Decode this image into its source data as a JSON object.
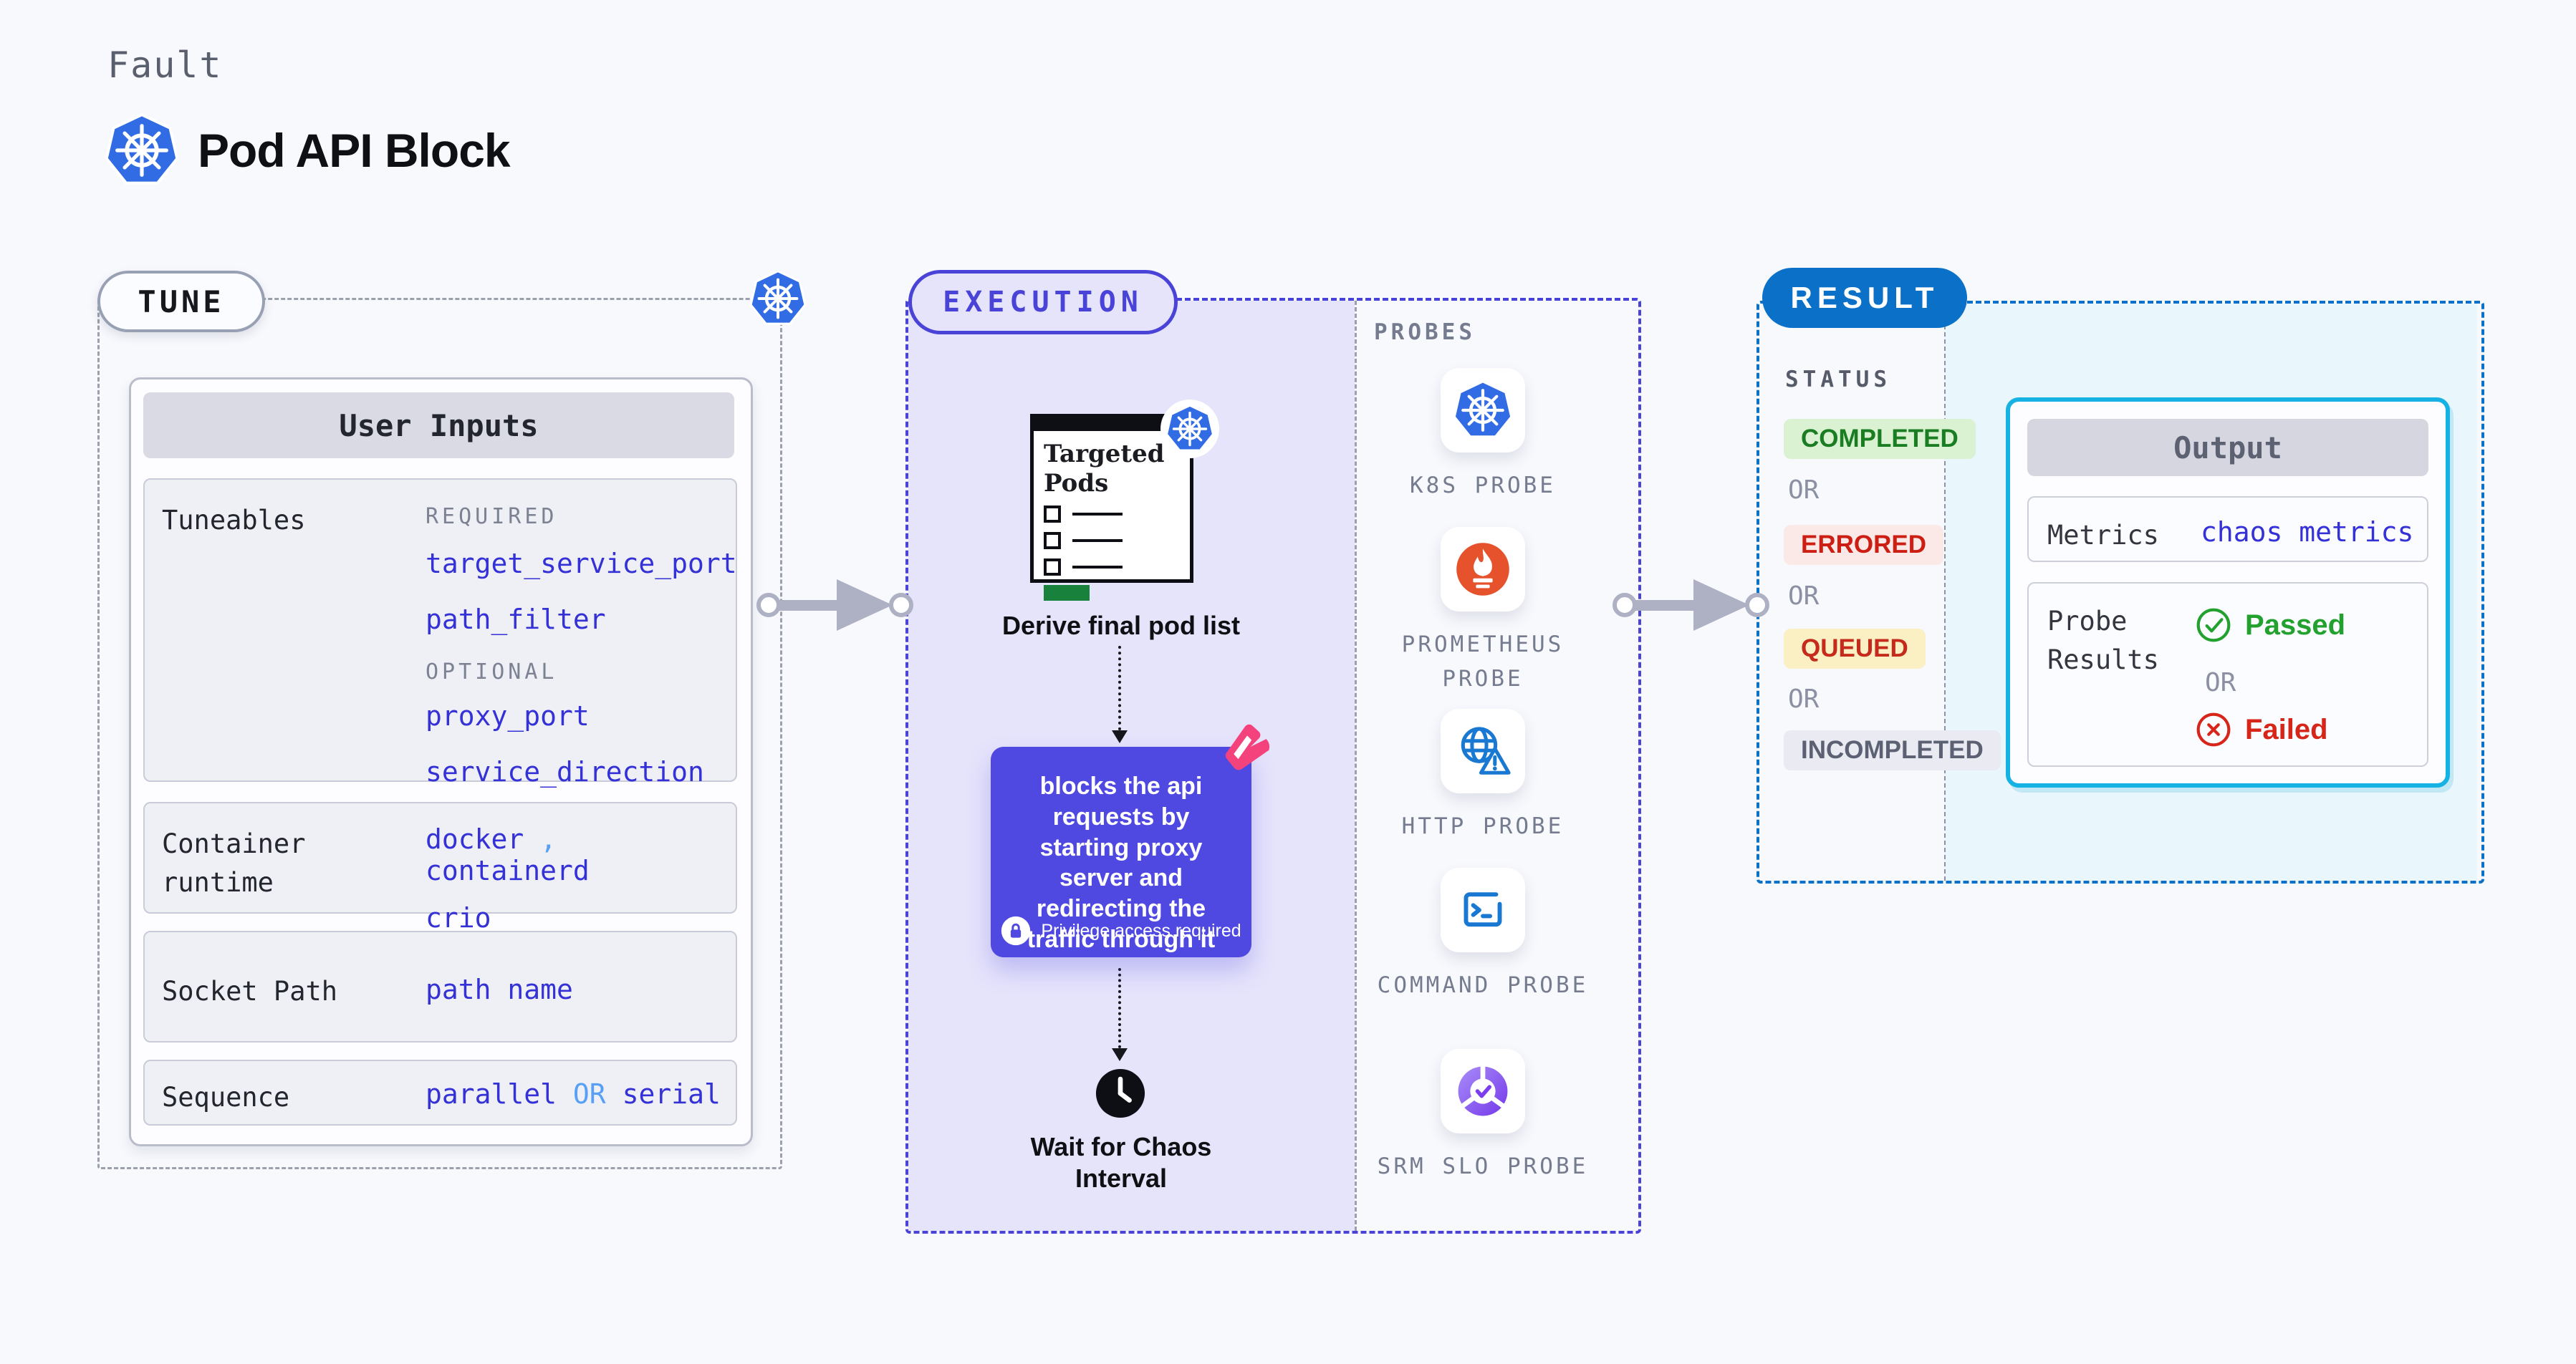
{
  "header": {
    "kicker": "Fault",
    "title": "Pod API Block",
    "logo": "kubernetes-icon"
  },
  "colors": {
    "kubernetes_blue": "#326ce5",
    "execution_indigo": "#4a43d8",
    "execution_fill": "#e6e4fb",
    "fault_card_purple": "#4f49e2",
    "harness_pink": "#f4437c",
    "result_blue": "#0b70c8",
    "output_cyan": "#16b2e3",
    "output_cyan_fill": "#e9f6fc",
    "status_completed": "#1a7d22",
    "status_errored": "#cc1e12",
    "status_queued": "#c52a1a",
    "status_incompleted": "#5b6173",
    "passed_green": "#23a12e",
    "failed_red": "#d8251a",
    "code_blue": "#3431d6",
    "code_light_blue": "#57a0f6"
  },
  "tune": {
    "pill": "TUNE",
    "user_inputs": {
      "header": "User Inputs",
      "tuneables": {
        "label": "Tuneables",
        "required_label": "REQUIRED",
        "required": [
          "target_service_port",
          "path_filter"
        ],
        "optional_label": "OPTIONAL",
        "optional": [
          "proxy_port",
          "service_direction"
        ]
      },
      "container_runtime": {
        "label": "Container runtime",
        "values": [
          "docker",
          "containerd",
          "crio"
        ],
        "separator": ","
      },
      "socket_path": {
        "label": "Socket Path",
        "value": "path name"
      },
      "sequence": {
        "label": "Sequence",
        "value_a": "parallel",
        "or": "OR",
        "value_b": "serial"
      }
    }
  },
  "execution": {
    "pill": "EXECUTION",
    "targeted_pods": {
      "title": "Targeted Pods",
      "badge": "kubernetes-icon"
    },
    "derive_caption": "Derive final pod list",
    "fault_card": {
      "text": "blocks the api requests by starting proxy server and redirecting the traffic through it",
      "badge": "Privilege access required",
      "badge_icon": "lock-icon",
      "corner_icon": "harness-chaos-icon"
    },
    "wait_caption": "Wait for Chaos Interval",
    "wait_icon": "clock-icon"
  },
  "probes": {
    "label": "PROBES",
    "items": [
      {
        "label": "K8S PROBE",
        "icon": "kubernetes-icon"
      },
      {
        "label": "PROMETHEUS PROBE",
        "icon": "prometheus-icon"
      },
      {
        "label": "HTTP PROBE",
        "icon": "globe-warning-icon"
      },
      {
        "label": "COMMAND PROBE",
        "icon": "terminal-icon"
      },
      {
        "label": "SRM SLO PROBE",
        "icon": "slo-pie-icon"
      }
    ]
  },
  "result": {
    "pill": "RESULT",
    "status_label": "STATUS",
    "or": "OR",
    "statuses": [
      {
        "label": "COMPLETED",
        "tone": "green"
      },
      {
        "label": "ERRORED",
        "tone": "red"
      },
      {
        "label": "QUEUED",
        "tone": "yellow"
      },
      {
        "label": "INCOMPLETED",
        "tone": "grey"
      }
    ],
    "output": {
      "header": "Output",
      "metrics": {
        "label": "Metrics",
        "value": "chaos metrics"
      },
      "probe_results": {
        "label": "Probe Results",
        "passed": "Passed",
        "or": "OR",
        "failed": "Failed"
      }
    }
  }
}
